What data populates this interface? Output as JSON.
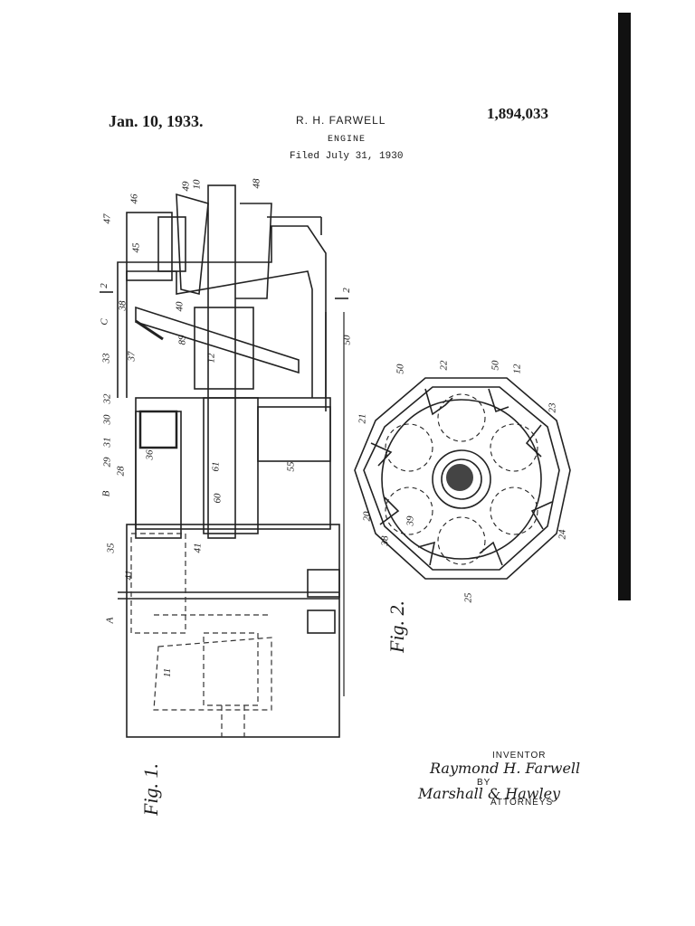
{
  "header": {
    "date": "Jan. 10, 1933.",
    "inventor": "R. H. FARWELL",
    "patent_number": "1,894,033",
    "title": "ENGINE",
    "filed": "Filed July 31, 1930"
  },
  "figures": {
    "fig1_label": "Fig. 1.",
    "fig2_label": "Fig. 2."
  },
  "labels": {
    "l47": "47",
    "l46": "46",
    "l49": "49",
    "l10": "10",
    "l48": "48",
    "l45": "45",
    "l2a": "2",
    "l2b": "2",
    "l38": "38",
    "l40": "40",
    "lC": "C",
    "l89": "89",
    "l12": "12",
    "l33": "33",
    "l37": "37",
    "l50": "50",
    "l32": "32",
    "l30": "30",
    "l31": "31",
    "l36": "36",
    "l29": "29",
    "l28": "28",
    "l61": "61",
    "l55": "55",
    "lB": "B",
    "l60": "60",
    "l35": "35",
    "l41a": "41",
    "l41b": "41",
    "lA": "A",
    "l11": "11"
  },
  "fig2_labels": {
    "l50a": "50",
    "l22": "22",
    "l50b": "50",
    "l12": "12",
    "l23": "23",
    "l21": "21",
    "l20": "20",
    "l38": "38",
    "l39": "39",
    "l24": "24",
    "l25": "25"
  },
  "signature": {
    "inventor_caption": "INVENTOR",
    "inventor_signature": "Raymond H. Farwell",
    "by": "BY",
    "attorney_signature": "Marshall & Hawley",
    "attorneys_caption": "ATTORNEYS"
  }
}
